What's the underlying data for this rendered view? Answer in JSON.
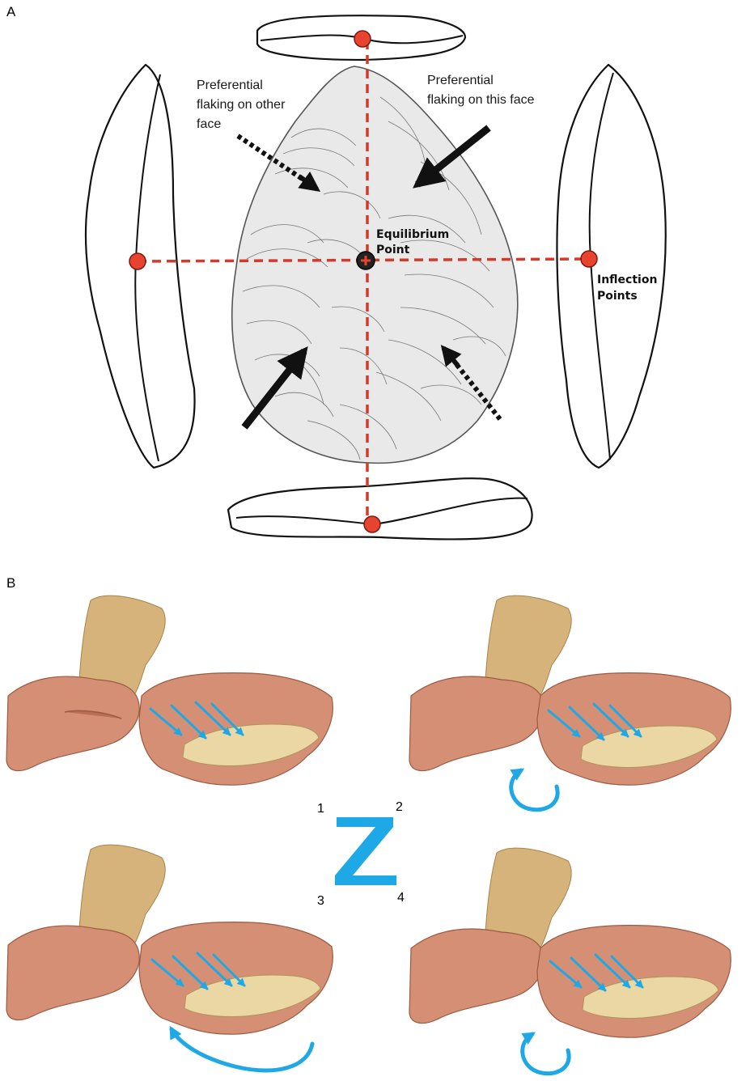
{
  "panels": {
    "a_label": "A",
    "b_label": "B"
  },
  "annotations": {
    "other_face_line1": "Preferential",
    "other_face_line2": "flaking on other",
    "other_face_line3": "face",
    "this_face_line1": "Preferential",
    "this_face_line2": "flaking on this face",
    "equilibrium_line1": "Equilibrium",
    "equilibrium_line2": "Point",
    "inflection_line1": "Inflection",
    "inflection_line2": "Points"
  },
  "sequence": {
    "n1": "1",
    "n2": "2",
    "n3": "3",
    "n4": "4",
    "letter": "Z"
  },
  "colors": {
    "axis": "#d43a2a",
    "point": "#e8432f",
    "rotation_arrows": "#1fa8e6",
    "stone": "#d6b37a",
    "skin": "#d58f74"
  }
}
